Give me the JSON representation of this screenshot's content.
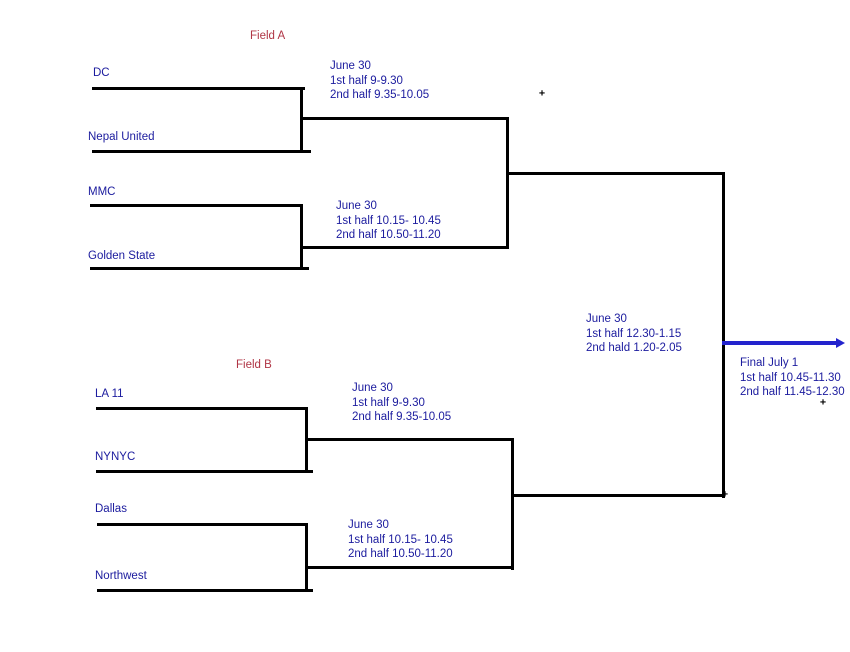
{
  "fields": {
    "field_a": "Field A",
    "field_b": "Field B"
  },
  "teams": {
    "a1": "DC",
    "a2": "Nepal United",
    "a3": "MMC",
    "a4": "Golden State",
    "b1": "LA 11",
    "b2": "NYNYC",
    "b3": "Dallas",
    "b4": "Northwest"
  },
  "schedules": {
    "match1": {
      "date": "June 30",
      "half1": "1st half 9-9.30",
      "half2": "2nd half 9.35-10.05"
    },
    "match2": {
      "date": "June 30",
      "half1": "1st half 10.15- 10.45",
      "half2": "2nd half 10.50-11.20"
    },
    "match3": {
      "date": "June 30",
      "half1": "1st half 9-9.30",
      "half2": "2nd half 9.35-10.05"
    },
    "match4": {
      "date": "June 30",
      "half1": "1st half 10.15- 10.45",
      "half2": "2nd half 10.50-11.20"
    },
    "semifinal": {
      "date": "June 30",
      "half1": "1st half 12.30-1.15",
      "half2": "2nd hald 1.20-2.05"
    },
    "final": {
      "date": "Final July 1",
      "half1": "1st half 10.45-11.30",
      "half2": "2nd half 11.45-12.30"
    }
  },
  "artifacts": {
    "plus": "+"
  },
  "colors": {
    "background": "#ffffff",
    "bracket_line": "#000000",
    "team_text": "#1b1b9e",
    "field_label": "#b03545",
    "final_line": "#2323cd"
  }
}
